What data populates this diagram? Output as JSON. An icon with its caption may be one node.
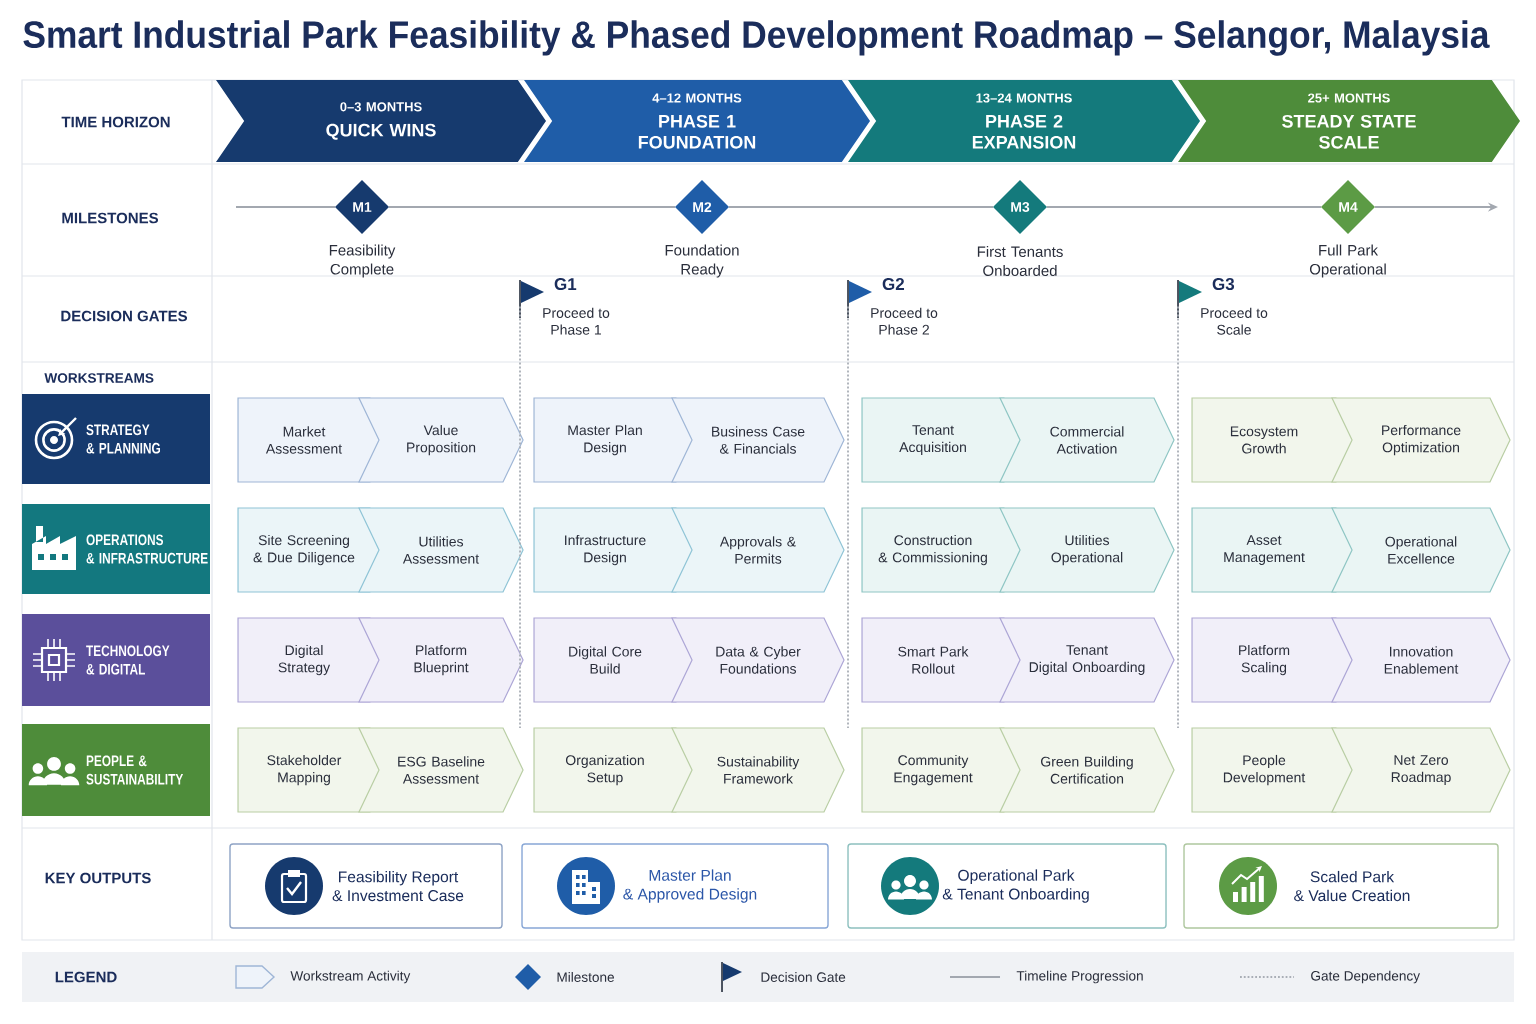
{
  "diagram": {
    "title": "Smart Industrial Park Feasibility & Phased Development Roadmap – Selangor, Malaysia",
    "nodes": [
      {
        "text": [
          "0–3 MONTHS",
          "QUICK WINS"
        ]
      },
      {
        "text": [
          "4–12 MONTHS",
          "PHASE 1 FOUNDATION"
        ]
      },
      {
        "text": [
          "13–24 MONTHS",
          "PHASE 2 EXPANSION"
        ]
      },
      {
        "text": [
          "25+ MONTHS",
          "STEADY STATE SCALE"
        ]
      },
      {
        "text": [
          "M1"
        ],
        "beside": [
          "Feasibility Complete"
        ]
      },
      {
        "text": [
          "M2"
        ],
        "beside": [
          "Foundation Ready"
        ]
      },
      {
        "text": [
          "M3"
        ],
        "beside": [
          "First Tenants Onboarded"
        ]
      },
      {
        "text": [
          "M4"
        ],
        "beside": [
          "Full Park Operational"
        ]
      },
      {
        "text": [
          "G1",
          "Proceed to Phase 1"
        ]
      },
      {
        "text": [
          "G2",
          "Proceed to Phase 2"
        ]
      },
      {
        "text": [
          "G3",
          "Proceed to Scale"
        ]
      },
      {
        "text": [
          "STRATEGY & PLANNING"
        ]
      },
      {
        "text": [
          "Market Assessment"
        ]
      },
      {
        "text": [
          "Value Proposition"
        ]
      },
      {
        "text": [
          "Master Plan Design"
        ]
      },
      {
        "text": [
          "Business Case & Financials"
        ]
      },
      {
        "text": [
          "Tenant Acquisition"
        ]
      },
      {
        "text": [
          "Commercial Activation"
        ]
      },
      {
        "text": [
          "Ecosystem Growth"
        ]
      },
      {
        "text": [
          "Performance Optimization"
        ]
      },
      {
        "text": [
          "OPERATIONS & INFRASTRUCTURE"
        ]
      },
      {
        "text": [
          "Site Screening & Due Diligence"
        ]
      },
      {
        "text": [
          "Utilities Assessment"
        ]
      },
      {
        "text": [
          "Infrastructure Design"
        ]
      },
      {
        "text": [
          "Approvals & Permits"
        ]
      },
      {
        "text": [
          "Construction & Commissioning"
        ]
      },
      {
        "text": [
          "Utilities Operational"
        ]
      },
      {
        "text": [
          "Asset Management"
        ]
      },
      {
        "text": [
          "Operational Excellence"
        ]
      },
      {
        "text": [
          "TECHNOLOGY & DIGITAL"
        ]
      },
      {
        "text": [
          "Digital Strategy"
        ]
      },
      {
        "text": [
          "Platform Blueprint"
        ]
      },
      {
        "text": [
          "Digital Core Build"
        ]
      },
      {
        "text": [
          "Data & Cyber Foundations"
        ]
      },
      {
        "text": [
          "Smart Park Rollout"
        ]
      },
      {
        "text": [
          "Tenant Digital Onboarding"
        ]
      },
      {
        "text": [
          "Platform Scaling"
        ]
      },
      {
        "text": [
          "Innovation Enablement"
        ]
      },
      {
        "text": [
          "PEOPLE & SUSTAINABILITY"
        ]
      },
      {
        "text": [
          "Stakeholder Mapping"
        ]
      },
      {
        "text": [
          "ESG Baseline Assessment"
        ]
      },
      {
        "text": [
          "Organization Setup"
        ]
      },
      {
        "text": [
          "Sustainability Framework"
        ]
      },
      {
        "text": [
          "Community Engagement"
        ]
      },
      {
        "text": [
          "Green Building Certification"
        ]
      },
      {
        "text": [
          "People Development"
        ]
      },
      {
        "text": [
          "Net Zero Roadmap"
        ]
      },
      {
        "text": [
          "Feasibility Report & Investment Case"
        ]
      },
      {
        "text": [
          "Master Plan & Approved Design"
        ]
      },
      {
        "text": [
          "Operational Park & Tenant Onboarding"
        ]
      },
      {
        "text": [
          "Scaled Park & Value Creation"
        ]
      }
    ],
    "edges": [
      {
        "from": null,
        "to": 4,
        "arrow": "none"
      },
      {
        "from": 4,
        "to": 5,
        "arrow": "none"
      },
      {
        "from": 5,
        "to": 6,
        "arrow": "none"
      },
      {
        "from": 6,
        "to": 7,
        "arrow": "none"
      },
      {
        "from": 7,
        "to": null,
        "arrow": "to"
      },
      {
        "from": 8,
        "to": 41,
        "arrow": "none",
        "style": "dashed"
      },
      {
        "from": 9,
        "to": 43,
        "arrow": "none",
        "style": "dashed"
      },
      {
        "from": 10,
        "to": 45,
        "arrow": "none",
        "style": "dashed"
      }
    ],
    "labels": [
      "TIME HORIZON",
      "MILESTONES",
      "DECISION GATES",
      "WORKSTREAMS",
      "KEY OUTPUTS",
      "LEGEND"
    ],
    "legend": [
      {
        "text": "Workstream Activity"
      },
      {
        "text": "Milestone"
      },
      {
        "text": "Decision Gate"
      },
      {
        "text": "Timeline Progression"
      },
      {
        "text": "Gate Dependency"
      }
    ]
  }
}
